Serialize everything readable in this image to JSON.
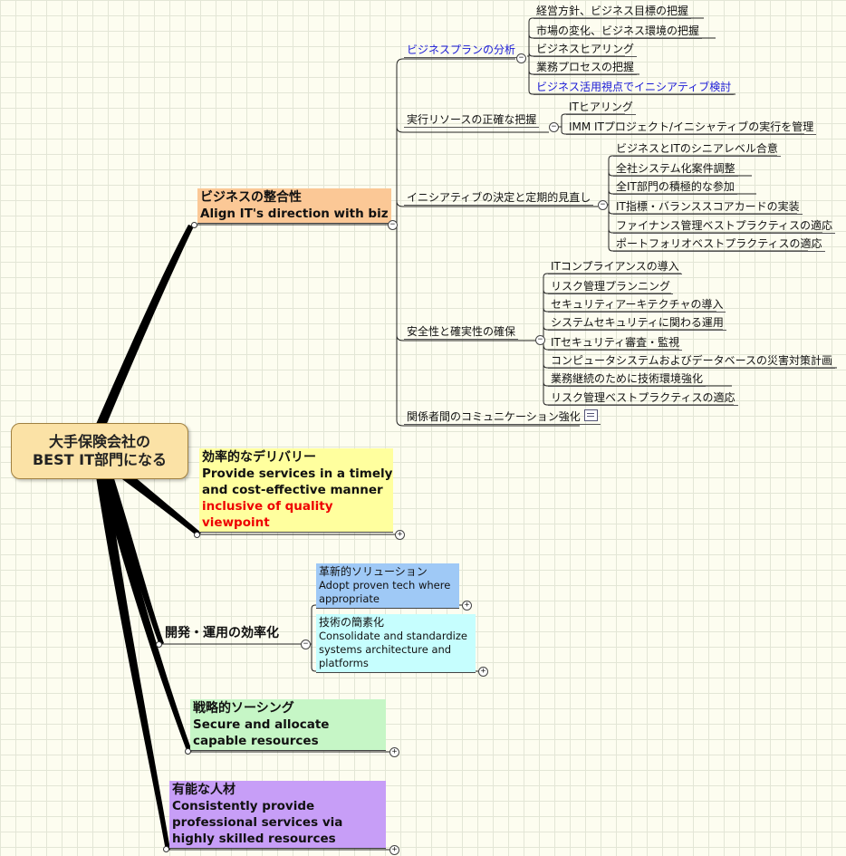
{
  "root": {
    "line1": "大手保険会社の",
    "line2": "BEST IT部門になる"
  },
  "colors": {
    "alignment_bg": "#fbc896",
    "delivery_bg": "#ffff9e",
    "innovative_bg": "#9fc9f6",
    "simplify_bg": "#c6fefe",
    "sourcing_bg": "#c6f6c6",
    "talent_bg": "#c79ef7",
    "link_blue": "#1a1ad6",
    "highlight_red": "#e00000"
  },
  "alignment": {
    "title": "ビジネスの整合性",
    "subtitle": "Align IT's direction with biz",
    "branches": {
      "analysis": {
        "label": "ビジネスプランの分析",
        "items": [
          "経営方針、ビジネス目標の把握",
          "市場の変化、ビジネス環境の把握",
          "ビジネスヒアリング",
          "業務プロセスの把握",
          "ビジネス活用視点でイニシアティブ検討"
        ]
      },
      "resources": {
        "label": "実行リソースの正確な把握",
        "items": [
          "ITヒアリング",
          "IMM ITプロジェクト/イニシャティブの実行を管理"
        ]
      },
      "initiative": {
        "label": "イニシアティブの決定と定期的見直し",
        "items": [
          "ビジネスとITのシニアレベル合意",
          "全社システム化案件調整",
          "全IT部門の積極的な参加",
          "IT指標・バランススコアカードの実装",
          "ファイナンス管理ベストプラクティスの適応",
          "ポートフォリオベストプラクティスの適応"
        ]
      },
      "security": {
        "label": "安全性と確実性の確保",
        "items": [
          "ITコンプライアンスの導入",
          "リスク管理プランニング",
          "セキュリティアーキテクチャの導入",
          "システムセキュリティに関わる運用",
          "ITセキュリティ審査・監視",
          "コンピュータシステムおよびデータベースの災害対策計画",
          "業務継続のために技術環境強化",
          "リスク管理ベストプラクティスの適応"
        ]
      },
      "communication": {
        "label": "関係者間のコミュニケーション強化"
      }
    }
  },
  "delivery": {
    "title": "効率的なデリバリー",
    "line2": "Provide services in a timely",
    "line3": "and cost-effective manner",
    "line4": "inclusive of quality",
    "line5": "viewpoint"
  },
  "devops": {
    "label": "開発・運用の効率化",
    "innovative": {
      "title": "革新的ソリューション",
      "desc": "Adopt proven tech where appropriate"
    },
    "simplify": {
      "title": "技術の簡素化",
      "desc": "Consolidate and standardize systems architecture and platforms"
    }
  },
  "sourcing": {
    "title": "戦略的ソーシング",
    "subtitle": "Secure and allocate capable resources"
  },
  "talent": {
    "title": "有能な人材",
    "subtitle": "Consistently provide professional services via highly skilled resources"
  },
  "toggles": {
    "expanded": "−",
    "collapsed": "+"
  }
}
